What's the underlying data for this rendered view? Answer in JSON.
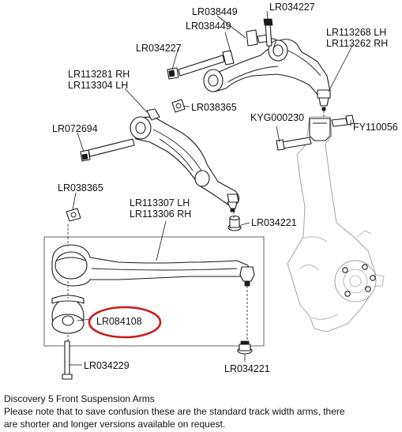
{
  "labels": {
    "lr038449_top": "LR038449",
    "lr034227_top": "LR034227",
    "lr038449_mid": "LR038449",
    "lr113268_lh": "LR113268 LH",
    "lr113262_rh": "LR113262 RH",
    "lr034227_left": "LR034227",
    "lr113281_rh": "LR113281 RH",
    "lr113304_lh": "LR113304 LH",
    "lr038365_upper": "LR038365",
    "kyg000230": "KYG000230",
    "fy110056": "FY110056",
    "lr072694": "LR072694",
    "lr038365_lower": "LR038365",
    "lr113307_lh": "LR113307 LH",
    "lr113306_rh": "LR113306 RH",
    "lr034221_upper": "LR034221",
    "lr084108": "LR084108",
    "lr034229": "LR034229",
    "lr034221_lower": "LR034221"
  },
  "caption": {
    "title": "Discovery 5 Front Suspension Arms",
    "line1": "Please note that to save confusion these are the standard track width arms, there",
    "line2": "are shorter and longer versions available on request."
  },
  "colors": {
    "highlight_ring": "#cc1a1a",
    "line_art": "#1a1a1a",
    "ghost_knuckle": "#9a9a9a"
  }
}
